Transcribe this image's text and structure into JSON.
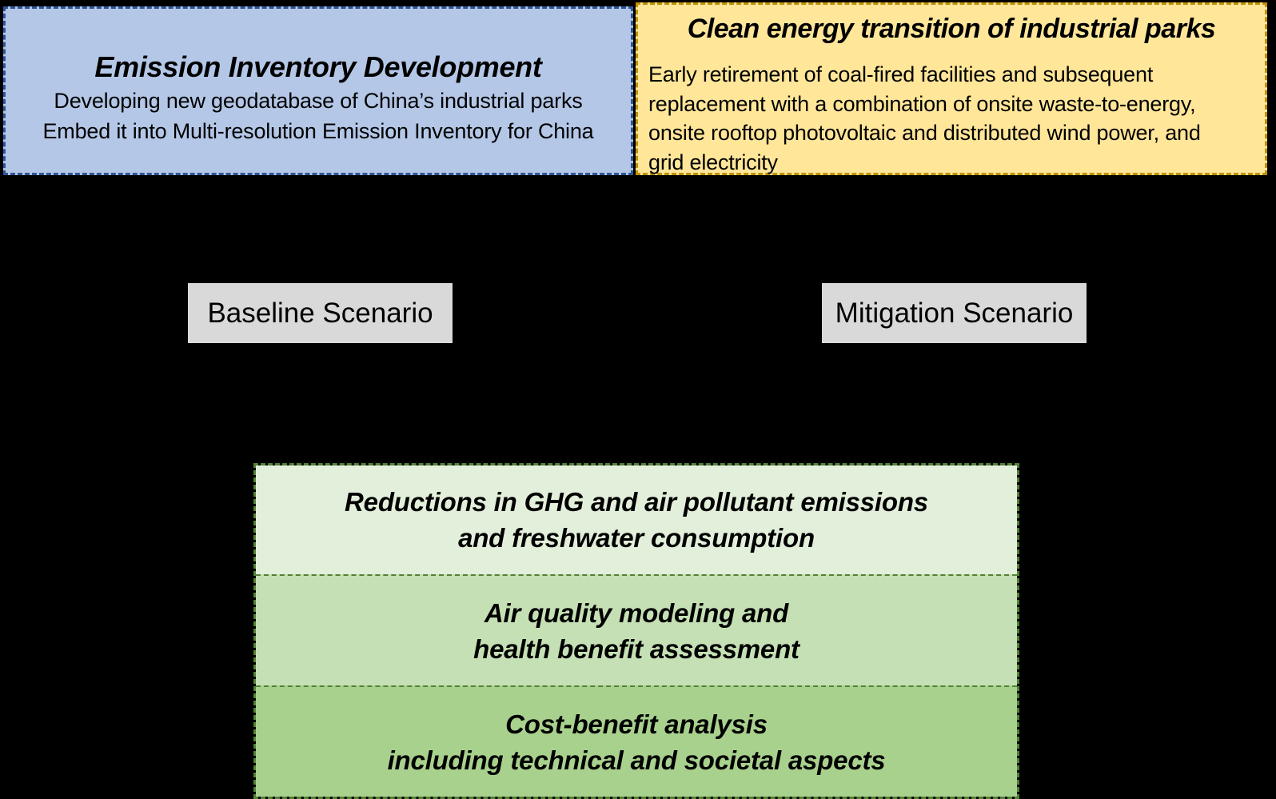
{
  "background": "#000000",
  "inventory_box": {
    "title": "Emission Inventory Development",
    "body_lines": [
      "Developing new geodatabase of China’s industrial parks",
      "Embed it into Multi-resolution Emission Inventory for China"
    ],
    "fill": "#b4c7e7",
    "border_color": "#2f5597"
  },
  "transition_box": {
    "title": "Clean energy transition of industrial parks",
    "body_lines": [
      "Early retirement of coal-fired facilities and subsequent",
      "replacement with a combination of onsite waste-to-energy,",
      "onsite rooftop photovoltaic and distributed wind power, and",
      "grid electricity"
    ],
    "fill": "#ffe699",
    "border_color": "#bf9000"
  },
  "scenario_boxes": {
    "baseline_label": "Baseline Scenario",
    "mitigation_label": "Mitigation Scenario",
    "fill": "#d9d9d9"
  },
  "outcome_stack": {
    "border_color": "#538135",
    "sections": [
      {
        "lines": [
          "Reductions in GHG and air pollutant emissions",
          "and freshwater consumption"
        ],
        "fill": "#e2efda"
      },
      {
        "lines": [
          "Air quality modeling and",
          "health benefit assessment"
        ],
        "fill": "#c5e0b4"
      },
      {
        "lines": [
          "Cost-benefit analysis",
          "including technical and societal aspects"
        ],
        "fill": "#a9d18e"
      }
    ]
  }
}
